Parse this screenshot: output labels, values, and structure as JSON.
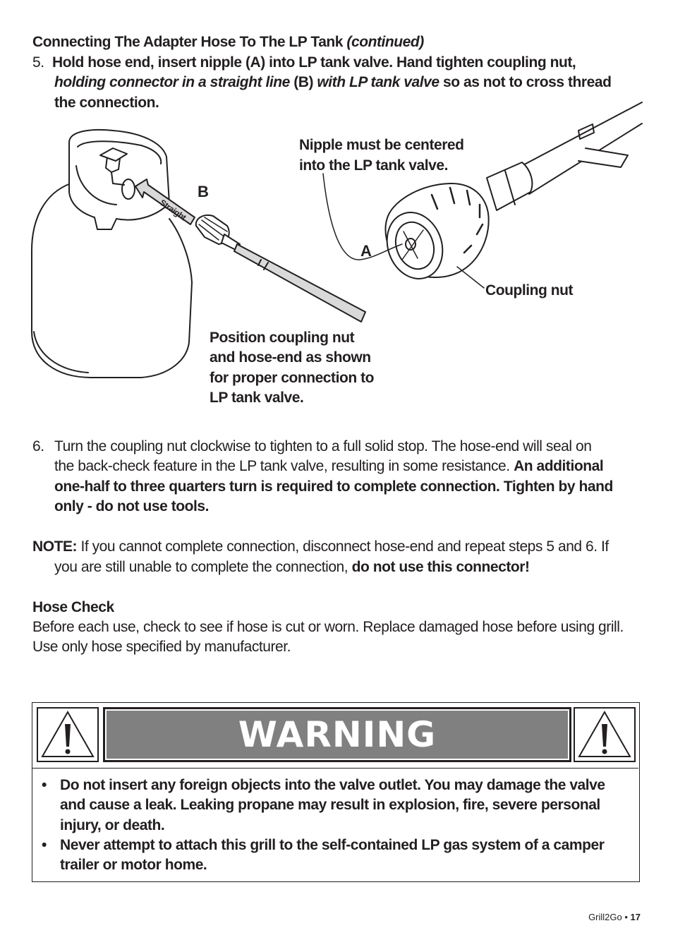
{
  "heading": {
    "main": "Connecting The Adapter Hose To The LP Tank",
    "continued": "(continued)"
  },
  "step5": {
    "number": "5.",
    "line1": "Hold hose end,  insert nipple (A) into LP tank valve. Hand tighten coupling nut,",
    "line2_italic1": "holding connector in a straight line",
    "line2_bold": " (B) ",
    "line2_italic2": "with LP tank valve",
    "line2_rest": " so as not to cross thread",
    "line3": "the connection."
  },
  "figure": {
    "label_nipple_1": "Nipple must be centered",
    "label_nipple_2": "into the LP tank valve.",
    "label_a": "A",
    "label_b": "B",
    "label_straight": "Straight",
    "label_coupling": "Coupling nut",
    "label_position": [
      "Position coupling nut",
      "and hose-end as shown",
      "for proper connection to",
      "LP tank valve."
    ]
  },
  "step6": {
    "number": "6.",
    "line1": "Turn the coupling nut clockwise to tighten to a full solid stop. The hose-end will seal on",
    "line2_normal": "the back-check feature in the LP tank valve, resulting in some resistance. ",
    "line2_bold": "An additional",
    "line3": "one-half to three quarters turn is required to complete connection. Tighten by hand",
    "line4": "only - do not use tools."
  },
  "note": {
    "label": "NOTE:",
    "line1": " If you cannot complete connection, disconnect hose-end and repeat steps 5 and 6. If",
    "line2_normal": "you are still unable to complete the connection, ",
    "line2_bold": "do not use this connector!"
  },
  "hose_check": {
    "title": "Hose Check",
    "line1": "Before each use, check to see if hose is cut or worn. Replace damaged hose before using grill.",
    "line2": "Use only hose specified by manufacturer."
  },
  "warning": {
    "title": "WARNING",
    "bullet_symbol": "•",
    "bullets": [
      [
        "Do not insert any foreign objects into the valve outlet. You may damage the valve",
        "and cause a leak. Leaking propane may result in explosion, fire,  severe personal",
        "injury, or death."
      ],
      [
        "Never attempt to attach this grill to the self-contained LP gas system of  a camper",
        "trailer or motor home."
      ]
    ]
  },
  "footer": {
    "brand": "Grill2Go",
    "separator": " • ",
    "page": "17"
  },
  "colors": {
    "ink": "#231f20",
    "banner": "#808080",
    "hose_fill": "#d9d9d9"
  }
}
